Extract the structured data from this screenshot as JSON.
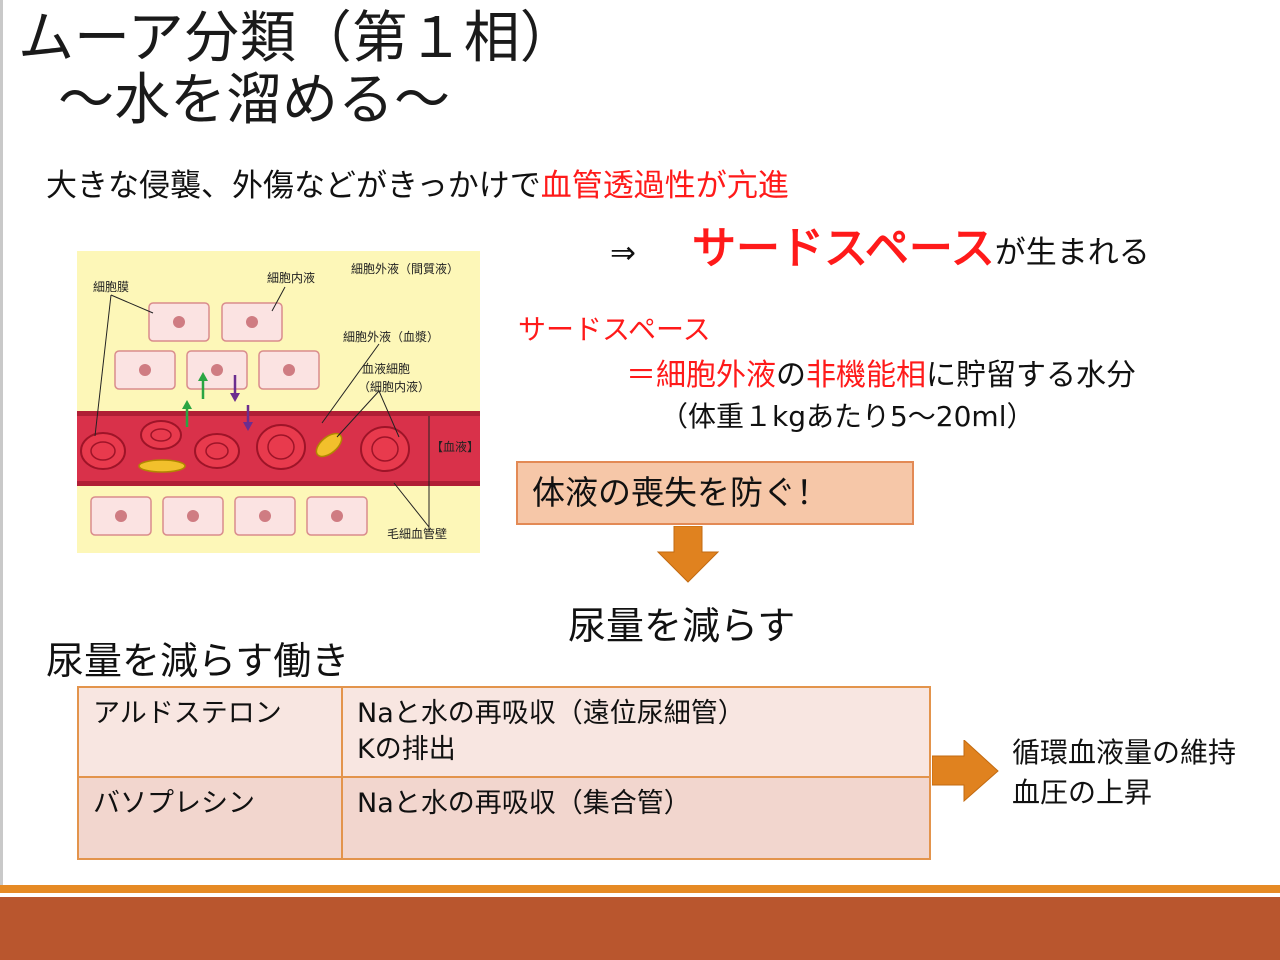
{
  "title": {
    "line1": "ムーア分類（第１相）",
    "line2": "〜水を溜める〜"
  },
  "intro": {
    "prefix": "大きな侵襲、外傷などがきっかけで",
    "highlight": "血管透過性が亢進"
  },
  "result_line": {
    "arrow": "⇒",
    "term": "サードスペース",
    "suffix": "が生まれる"
  },
  "definition": {
    "label": "サードスペース",
    "eq": "＝細胞外液",
    "mid": "の",
    "highlight": "非機能相",
    "tail": "に貯留する水分",
    "note": "（体重１kgあたり5〜20ml）"
  },
  "callout": {
    "text": "体液の喪失を防ぐ！"
  },
  "action": {
    "text": "尿量を減らす"
  },
  "section_heading": "尿量を減らす働き",
  "mechanisms": [
    {
      "hormone": "アルドステロン",
      "effect_line1": "Naと水の再吸収（遠位尿細管）",
      "effect_line2": "Kの排出"
    },
    {
      "hormone": "バソプレシン",
      "effect_line1": "Naと水の再吸収（集合管）",
      "effect_line2": ""
    }
  ],
  "outcome": {
    "line1": "循環血液量の維持",
    "line2": "血圧の上昇"
  },
  "diagram": {
    "labels": {
      "ecf_interstitial": "細胞外液（間質液）",
      "membrane": "細胞膜",
      "icf": "細胞内液",
      "plasma": "細胞外液（血漿）",
      "blood_cell": "血液細胞",
      "blood_cell_sub": "（細胞内液）",
      "blood": "【血液】",
      "capillary_wall": "毛細血管壁"
    }
  },
  "colors": {
    "accent_red": "#ff1a1a",
    "callout_fill": "#f6c7a8",
    "arrow_orange": "#e0821f",
    "table_border": "#e3944c",
    "footer": "#b9562e",
    "footer_rule": "#e68a24",
    "diagram_bg": "#fdf7b8",
    "vessel": "#d9314a"
  }
}
